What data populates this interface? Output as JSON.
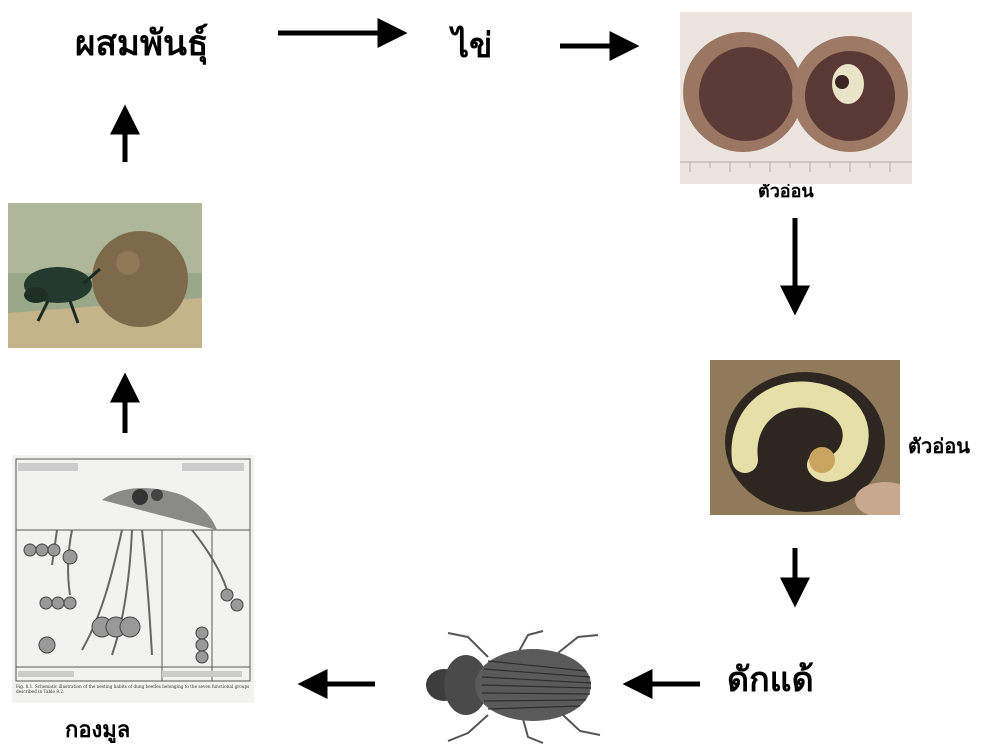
{
  "labels": {
    "mating": "ผสมพันธุ์",
    "egg": "ไข่",
    "larva_top": "ตัวอ่อน",
    "larva_right": "ตัวอ่อน",
    "pupa": "ดักแด้",
    "dung_ball": "กองมูล"
  },
  "figure_caption": "Fig. 8.1. Schematic illustration of the nesting habits of dung beetles belonging to the seven functional groups described in Table 8.2.",
  "colors": {
    "arrow": "#000000",
    "soil": "#a08a6a",
    "brood_ball": "#6a4a3a",
    "larva": "#e7dfa8",
    "beetle": "#3a3a3a"
  }
}
